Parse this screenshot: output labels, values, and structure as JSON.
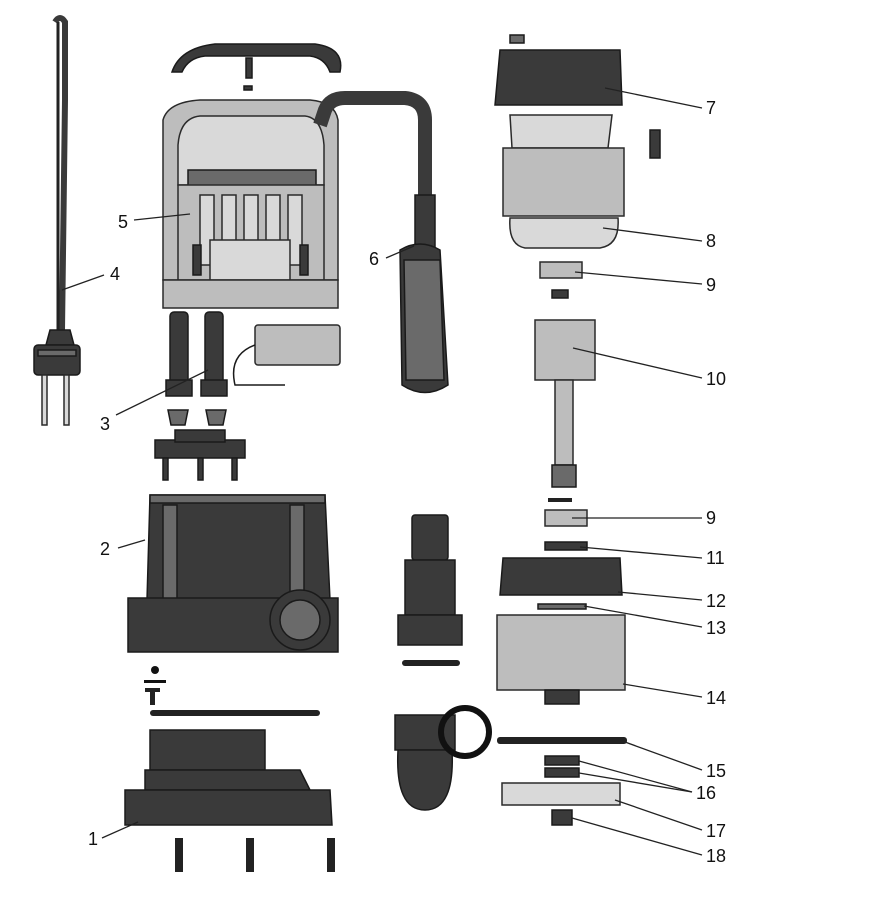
{
  "parts": [
    {
      "id": "p1",
      "label": "1"
    },
    {
      "id": "p2",
      "label": "2"
    },
    {
      "id": "p3",
      "label": "3"
    },
    {
      "id": "p4",
      "label": "4"
    },
    {
      "id": "p5",
      "label": "5"
    },
    {
      "id": "p6",
      "label": "6"
    },
    {
      "id": "p7",
      "label": "7"
    },
    {
      "id": "p8",
      "label": "8"
    },
    {
      "id": "p9a",
      "label": "9"
    },
    {
      "id": "p10",
      "label": "10"
    },
    {
      "id": "p9b",
      "label": "9"
    },
    {
      "id": "p11",
      "label": "11"
    },
    {
      "id": "p12",
      "label": "12"
    },
    {
      "id": "p13",
      "label": "13"
    },
    {
      "id": "p14",
      "label": "14"
    },
    {
      "id": "p15",
      "label": "15"
    },
    {
      "id": "p16",
      "label": "16"
    },
    {
      "id": "p17",
      "label": "17"
    },
    {
      "id": "p18",
      "label": "18"
    }
  ]
}
